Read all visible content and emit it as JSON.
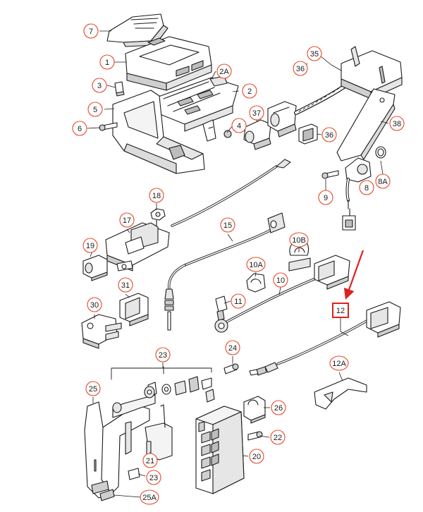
{
  "diagram": {
    "callout_color": "#e8472a",
    "highlight_color": "#e0201e",
    "line_color": "#1a1a1a",
    "callouts": [
      {
        "id": "7",
        "label": "7",
        "shape": "circle"
      },
      {
        "id": "1",
        "label": "1",
        "shape": "circle"
      },
      {
        "id": "2A",
        "label": "2A",
        "shape": "circle"
      },
      {
        "id": "3",
        "label": "3",
        "shape": "circle"
      },
      {
        "id": "2",
        "label": "2",
        "shape": "circle"
      },
      {
        "id": "5",
        "label": "5",
        "shape": "circle"
      },
      {
        "id": "6",
        "label": "6",
        "shape": "circle"
      },
      {
        "id": "37",
        "label": "37",
        "shape": "circle"
      },
      {
        "id": "4",
        "label": "4",
        "shape": "circle"
      },
      {
        "id": "35",
        "label": "35",
        "shape": "circle"
      },
      {
        "id": "36a",
        "label": "36",
        "shape": "circle"
      },
      {
        "id": "36b",
        "label": "36",
        "shape": "circle"
      },
      {
        "id": "38",
        "label": "38",
        "shape": "circle"
      },
      {
        "id": "9",
        "label": "9",
        "shape": "circle"
      },
      {
        "id": "8",
        "label": "8",
        "shape": "circle"
      },
      {
        "id": "8A",
        "label": "8A",
        "shape": "circle"
      },
      {
        "id": "18",
        "label": "18",
        "shape": "circle"
      },
      {
        "id": "17",
        "label": "17",
        "shape": "circle"
      },
      {
        "id": "15",
        "label": "15",
        "shape": "circle"
      },
      {
        "id": "19",
        "label": "19",
        "shape": "circle"
      },
      {
        "id": "10B",
        "label": "10B",
        "shape": "circle"
      },
      {
        "id": "10A",
        "label": "10A",
        "shape": "circle"
      },
      {
        "id": "10",
        "label": "10",
        "shape": "circle"
      },
      {
        "id": "31",
        "label": "31",
        "shape": "circle"
      },
      {
        "id": "11",
        "label": "11",
        "shape": "circle"
      },
      {
        "id": "30",
        "label": "30",
        "shape": "circle"
      },
      {
        "id": "12",
        "label": "12",
        "shape": "box"
      },
      {
        "id": "24",
        "label": "24",
        "shape": "circle"
      },
      {
        "id": "23a",
        "label": "23",
        "shape": "circle"
      },
      {
        "id": "12A",
        "label": "12A",
        "shape": "circle"
      },
      {
        "id": "25",
        "label": "25",
        "shape": "circle"
      },
      {
        "id": "26",
        "label": "26",
        "shape": "circle"
      },
      {
        "id": "22",
        "label": "22",
        "shape": "circle"
      },
      {
        "id": "20",
        "label": "20",
        "shape": "circle"
      },
      {
        "id": "21",
        "label": "21",
        "shape": "circle"
      },
      {
        "id": "23b",
        "label": "23",
        "shape": "circle"
      },
      {
        "id": "25A",
        "label": "25A",
        "shape": "circle"
      }
    ]
  }
}
